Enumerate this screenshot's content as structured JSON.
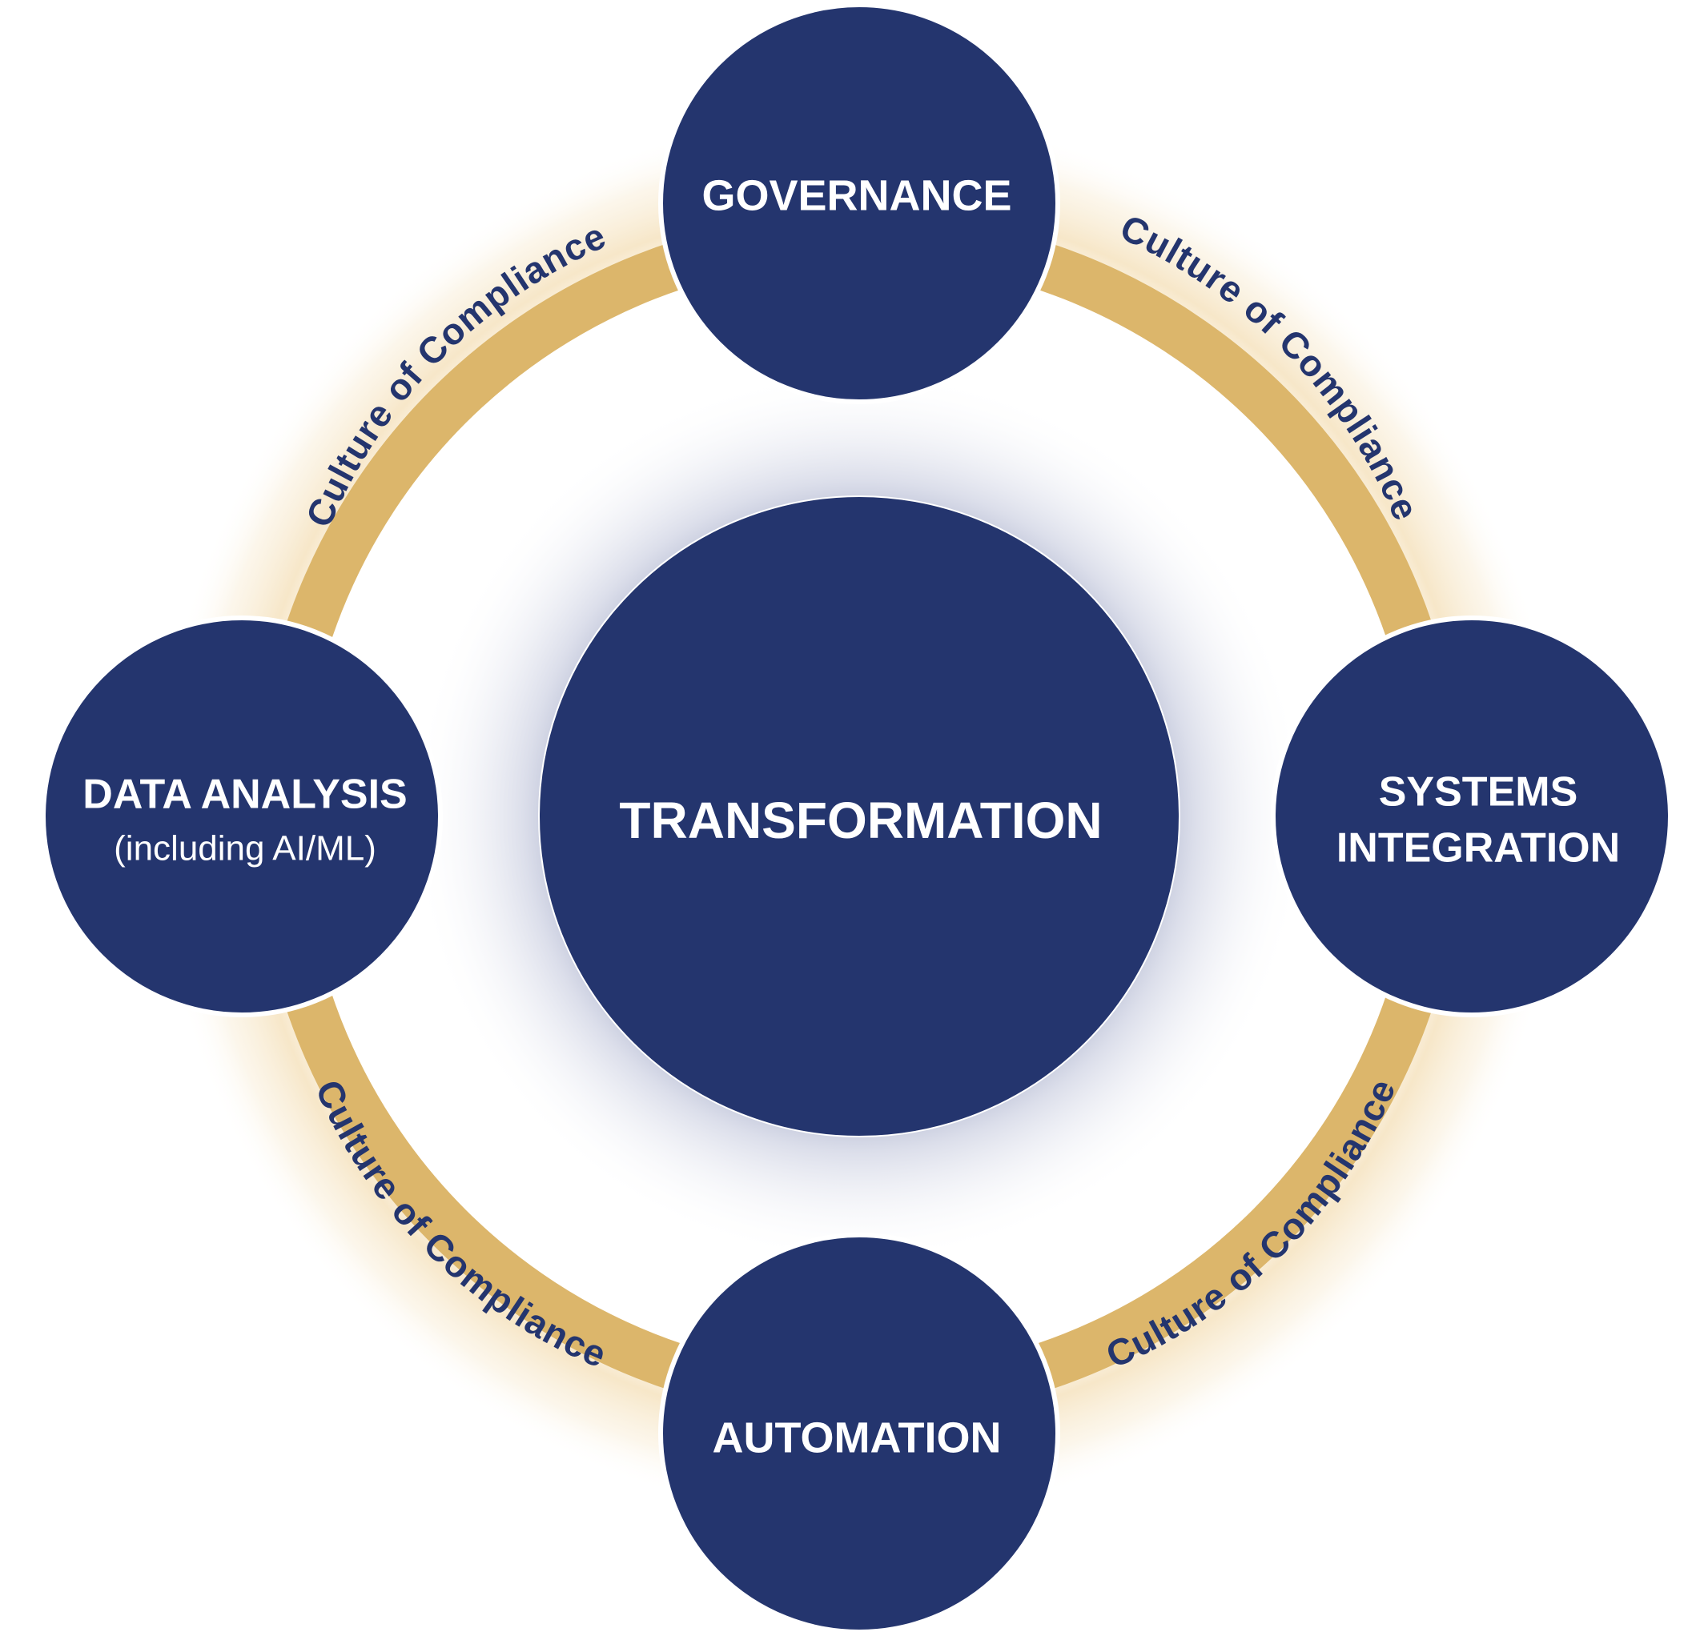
{
  "colors": {
    "navy": "#24356e",
    "gold": "#dcb66b",
    "background": "#ffffff",
    "label": "#ffffff"
  },
  "center": {
    "label": "TRANSFORMATION"
  },
  "nodes": {
    "governance": {
      "label": "GOVERNANCE"
    },
    "systems_integration": {
      "line1": "SYSTEMS",
      "line2": "INTEGRATION"
    },
    "automation": {
      "label": "AUTOMATION"
    },
    "data_analysis": {
      "line1": "DATA ANALYSIS",
      "line2": "(including AI/ML)"
    }
  },
  "ring": {
    "segment_label": "Culture of Compliance"
  }
}
